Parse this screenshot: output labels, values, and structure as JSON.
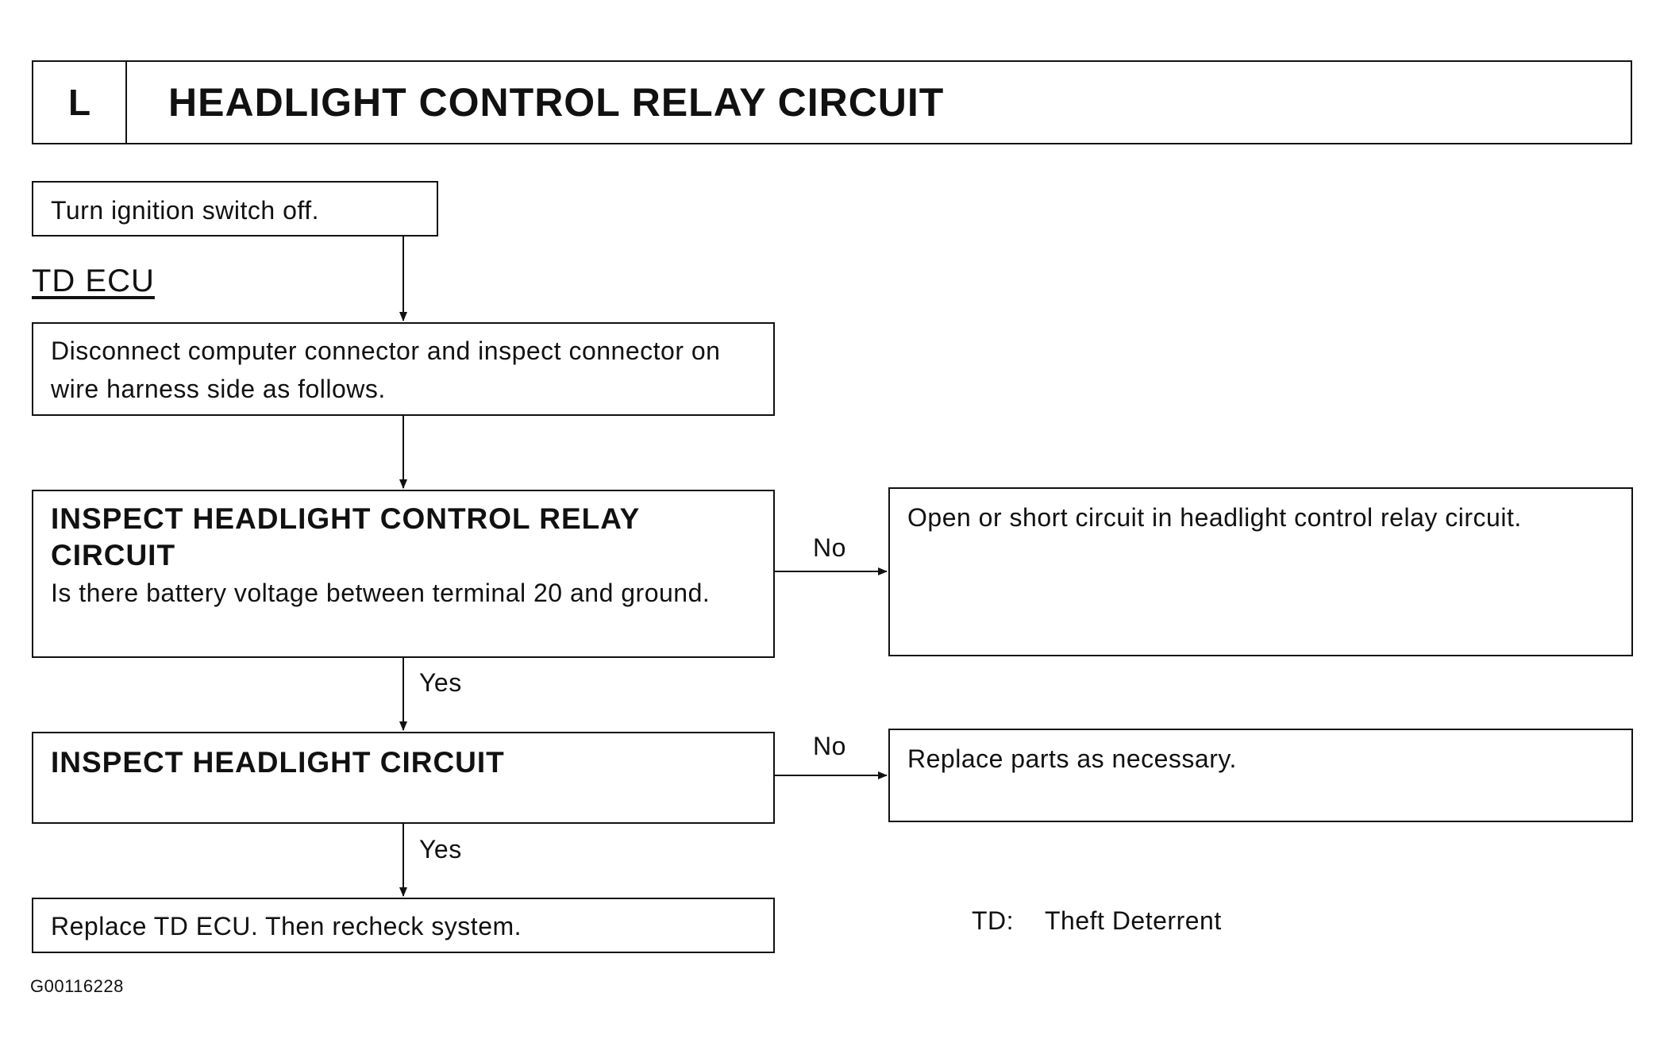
{
  "header": {
    "letter": "L",
    "title": "HEADLIGHT CONTROL RELAY CIRCUIT"
  },
  "steps": {
    "ignition": "Turn ignition switch off.",
    "section_label": "TD ECU",
    "disconnect": "Disconnect computer connector and inspect connector on wire harness side as follows.",
    "relay_heading": "INSPECT HEADLIGHT CONTROL RELAY CIRCUIT",
    "relay_question": "Is there battery voltage between terminal 20 and ground.",
    "headlight_heading": "INSPECT HEADLIGHT CIRCUIT",
    "replace_ecu": "Replace TD ECU. Then recheck system."
  },
  "results": {
    "open_short": "Open or short circuit in headlight control relay circuit.",
    "replace_parts": "Replace parts as necessary."
  },
  "labels": {
    "yes": "Yes",
    "no": "No"
  },
  "legend": {
    "abbr": "TD:",
    "meaning": "Theft Deterrent"
  },
  "figure_id": "G00116228"
}
